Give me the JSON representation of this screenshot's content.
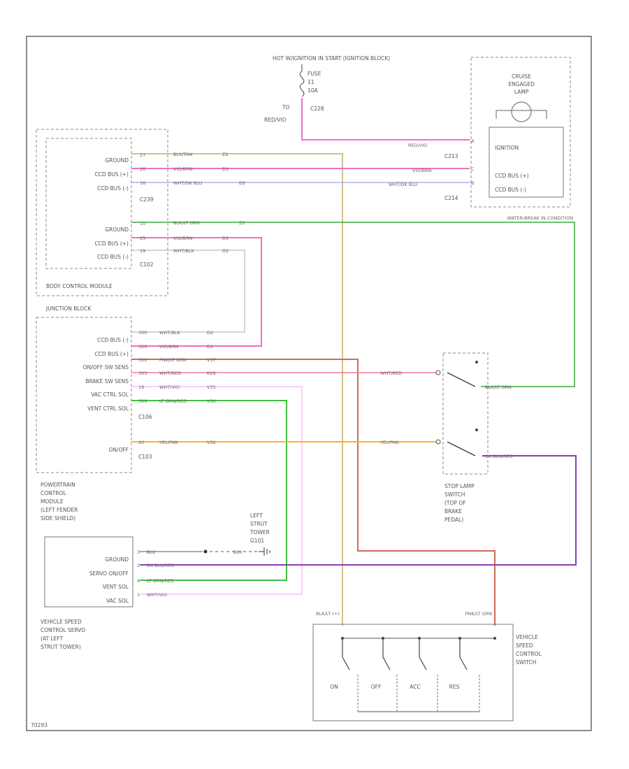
{
  "components": {
    "fuse_block": {
      "title_1": "HOT W/IGNITION IN START (IGNITION BLOCK)",
      "fuse_1": "FUSE",
      "fuse_2": "11",
      "fuse_3": "10A",
      "connector": "C228",
      "to": "TO",
      "wire": "RED/VIO"
    },
    "junction_block_label": "JUNCTION BLOCK",
    "cruise_lamp": {
      "title_1": "CRUISE",
      "title_2": "ENGAGED",
      "title_3": "LAMP",
      "pin_ignition": "IGNITION",
      "pin_bus_pos": "CCD BUS (+)",
      "pin_bus_neg": "CCD BUS (-)",
      "c_top": "C213",
      "c_bot": "C214",
      "wire_1": "RED/VIO",
      "wire_2": "VIO/BRN",
      "wire_3": "WHT/DK BLU"
    },
    "bcm": {
      "label": "BODY CONTROL MODULE",
      "pins_a": [
        "GROUND",
        "CCD BUS (+)",
        "CCD BUS (-)"
      ],
      "conn_a": "C239",
      "pins_b": [
        "GROUND",
        "CCD BUS (+)",
        "CCD BUS (-)"
      ],
      "conn_b": "C102",
      "pinnums_a": [
        "27",
        "26",
        "16"
      ],
      "pinnums_b": [
        "10",
        "25",
        "19"
      ]
    },
    "pcm": {
      "label_1": "POWERTRAIN",
      "label_2": "CONTROL",
      "label_3": "MODULE",
      "label_4": "(LEFT FENDER",
      "label_5": "SIDE SHIELD)",
      "pins": [
        "CCD BUS (-)",
        "CCD BUS (+)",
        "ON/OFF SW SENS",
        "BRAKE SW SENS",
        "VAC CTRL SOL",
        "VENT CTRL SOL"
      ],
      "pinnums": [
        "300",
        "320",
        "310",
        "303",
        "19",
        "309"
      ],
      "conn_1": "C106",
      "pin_onoff": "ON/OFF",
      "pin_onoff_num": "20",
      "conn_2": "C103"
    },
    "stop_lamp": {
      "label_1": "STOP LAMP",
      "label_2": "SWITCH",
      "label_3": "(TOP OF",
      "label_4": "BRAKE",
      "label_5": "PEDAL)",
      "wire_top_l": "WHT/RED",
      "wire_top_r": "BLK/LT GRN",
      "wire_bot_l": "YEL/PNK",
      "wire_bot_r": "DK BLU/RED"
    },
    "servo": {
      "label_1": "VEHICLE SPEED",
      "label_2": "CONTROL SERVO",
      "label_3": "(AT LEFT",
      "label_4": "STRUT TOWER)",
      "pins": [
        "GROUND",
        "SERVO ON/OFF",
        "VENT SOL",
        "VAC SOL"
      ],
      "pinnums": [
        "3",
        "2",
        "4",
        "1"
      ],
      "wires": [
        "BLK",
        "DK BLU/RED",
        "LT GRN/RED",
        "WHT/VIO"
      ],
      "ground_wire": "BLK",
      "ground_label_1": "LEFT",
      "ground_label_2": "STRUT",
      "ground_label_3": "TOWER",
      "ground_label_4": "G101"
    },
    "speed_switch": {
      "label_1": "VEHICLE",
      "label_2": "SPEED",
      "label_3": "CONTROL",
      "label_4": "SWITCH",
      "wire_left": "BLK/LT (+)",
      "wire_right": "PNK/LT GRN",
      "buttons": [
        "ON",
        "OFF",
        "ACC",
        "RES"
      ]
    },
    "wire_labels": {
      "bcm_1": "BLK/TAN",
      "bcm_1c": "Z2",
      "bcm_2": "VIO/BRN",
      "bcm_2c": "D1",
      "bcm_3": "WHT/DK BLU",
      "bcm_3c": "D2",
      "bcm_4": "BLK/LT GRN",
      "bcm_4c": "Z2",
      "bcm_5": "VIO/BRN",
      "bcm_5c": "D1",
      "bcm_6": "WHT/BLK",
      "bcm_6c": "D2",
      "pcm_1": "WHT/BLK",
      "pcm_1c": "D2",
      "pcm_2": "VIO/BRN",
      "pcm_2c": "D1",
      "pcm_3": "PNK/LT GRN",
      "pcm_3c": "V37",
      "pcm_4": "WHT/RED",
      "pcm_4c": "K29",
      "pcm_5": "WHT/VIO",
      "pcm_5c": "V35",
      "pcm_6": "LT GRN/RED",
      "pcm_6c": "V36",
      "pcm_7": "YEL/PNK",
      "pcm_7c": "V32",
      "splice": "WATER-BREAK IN CONDITION"
    },
    "fig": "70293"
  },
  "colors": {
    "tan": "#cfc38a",
    "pink": "#f06fc0",
    "blue": "#aab2f0",
    "green": "#3aaa3a",
    "red": "#f05a6e",
    "pinkred": "#f07aa0",
    "violet": "#f0a0f0",
    "ltgreen": "#40c040",
    "yellow": "#f5b13a",
    "purple": "#8a40b0",
    "darkred": "#c8506a",
    "grey": "#aaaaaa",
    "pnkgrn": "#d06a5a"
  }
}
